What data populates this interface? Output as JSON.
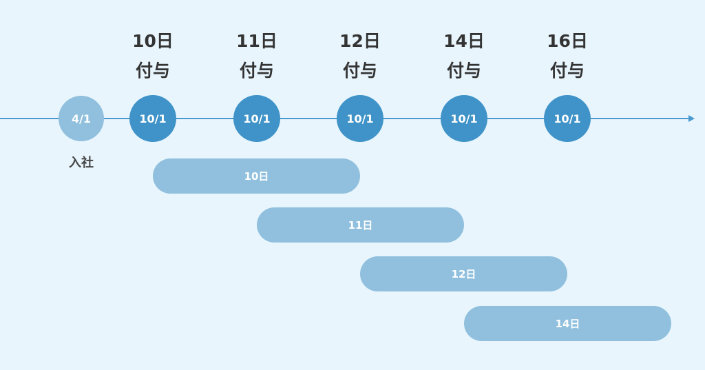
{
  "hire": {
    "date": "4/1",
    "label": "入社"
  },
  "grants": [
    {
      "days": "10日",
      "label": "付与",
      "date": "10/1"
    },
    {
      "days": "11日",
      "label": "付与",
      "date": "10/1"
    },
    {
      "days": "12日",
      "label": "付与",
      "date": "10/1"
    },
    {
      "days": "14日",
      "label": "付与",
      "date": "10/1"
    },
    {
      "days": "16日",
      "label": "付与",
      "date": "10/1"
    }
  ],
  "bars": [
    "10日",
    "11日",
    "12日",
    "14日"
  ],
  "colors": {
    "background": "#e8f5fd",
    "dark": "#3f93c8",
    "light": "#90c0de",
    "line": "#4a9ad0"
  }
}
